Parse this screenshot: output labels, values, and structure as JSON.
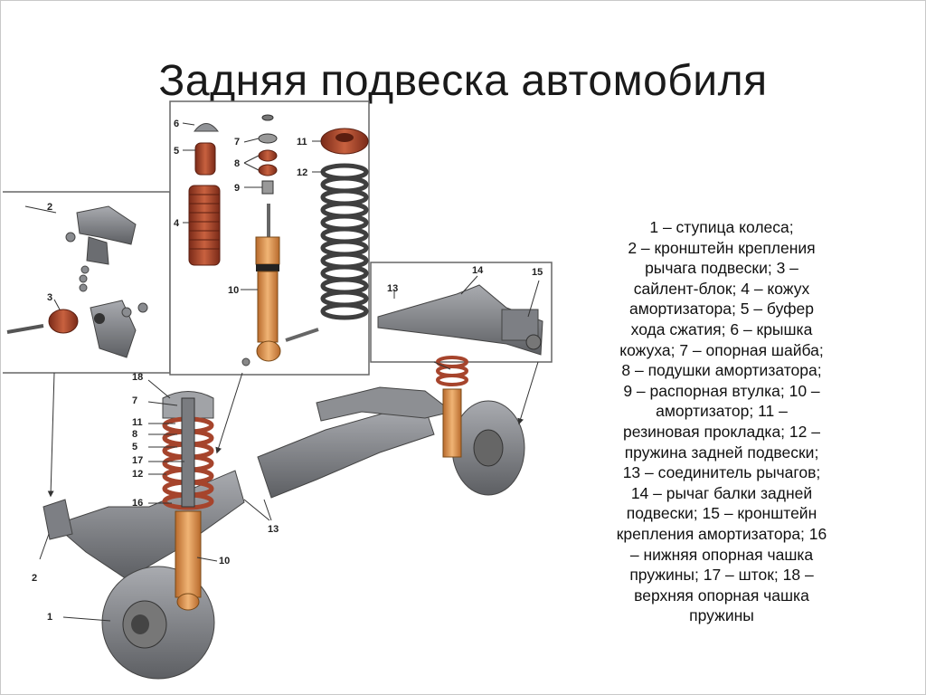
{
  "slide": {
    "title": "Задняя подвеска автомобиля",
    "legend_lines": [
      "1 – ступица колеса;",
      "2 – кронштейн крепления",
      "рычага подвески; 3 –",
      "сайлент-блок; 4 – кожух",
      "амортизатора; 5 – буфер",
      "хода сжатия; 6 – крышка",
      "кожуха; 7 – опорная шайба;",
      "8 – подушки амортизатора;",
      "9 – распорная втулка; 10 –",
      "амортизатор; 11 –",
      "резиновая прокладка; 12 –",
      "пружина задней подвески;",
      "13 – соединитель рычагов;",
      "14 – рычаг балки задней",
      "подвески; 15 – кронштейн",
      "крепления амортизатора; 16",
      "– нижняя опорная чашка",
      "пружины; 17 – шток; 18 –",
      "верхняя опорная чашка",
      "пружины"
    ]
  },
  "diagram": {
    "callouts": {
      "n1": "1",
      "n2": "2",
      "n2b": "2",
      "n3": "3",
      "n4": "4",
      "n5": "5",
      "n6": "6",
      "n7": "7",
      "n8": "8",
      "n9": "9",
      "n10": "10",
      "n11": "11",
      "n12": "12",
      "n13": "13",
      "n14": "14",
      "n15": "15",
      "s18": "18",
      "s7": "7",
      "s11": "11",
      "s8": "8",
      "s5": "5",
      "s17": "17",
      "s12": "12",
      "s16": "16",
      "s13": "13",
      "s10": "10"
    },
    "colors": {
      "metal": "#7d7f84",
      "metal_dark": "#55575b",
      "copper": "#a6442c",
      "shock": "#d98f4a",
      "spring": "#4a4a4a"
    }
  }
}
